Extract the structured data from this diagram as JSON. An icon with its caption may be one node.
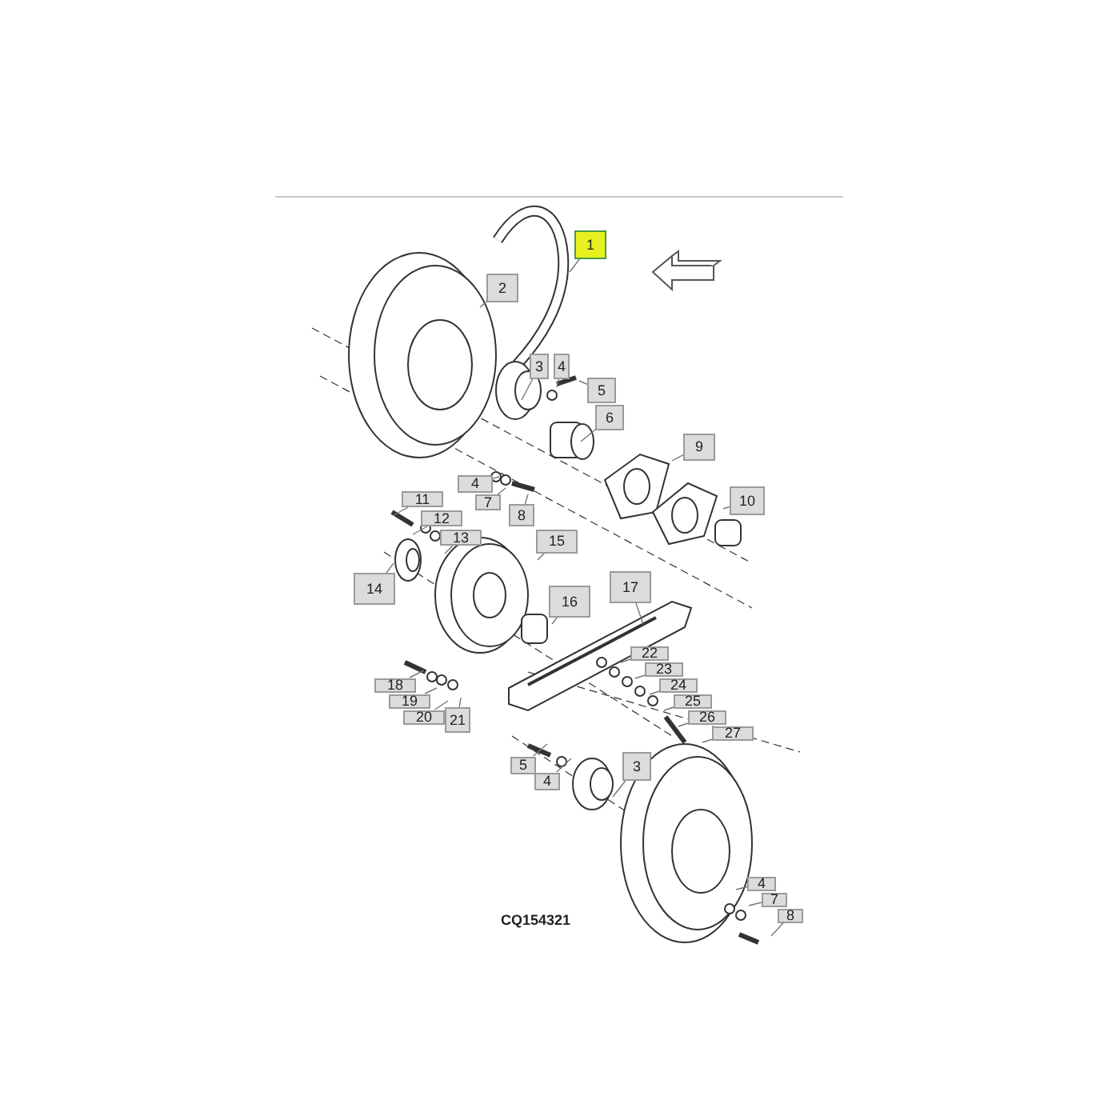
{
  "diagram": {
    "nodes": [
      {
        "text": [
          "1"
        ]
      },
      {
        "text": [
          "2"
        ]
      },
      {
        "text": [
          "3"
        ]
      },
      {
        "text": [
          "4"
        ]
      },
      {
        "text": [
          "5"
        ]
      },
      {
        "text": [
          "6"
        ]
      },
      {
        "text": [
          "9"
        ]
      },
      {
        "text": [
          "4"
        ]
      },
      {
        "text": [
          "7"
        ]
      },
      {
        "text": [
          "8"
        ]
      },
      {
        "text": [
          "10"
        ]
      },
      {
        "text": [
          "11"
        ]
      },
      {
        "text": [
          "12"
        ]
      },
      {
        "text": [
          "13"
        ]
      },
      {
        "text": [
          "15"
        ]
      },
      {
        "text": [
          "14"
        ]
      },
      {
        "text": [
          "16"
        ]
      },
      {
        "text": [
          "17"
        ]
      },
      {
        "text": [
          "22"
        ]
      },
      {
        "text": [
          "23"
        ]
      },
      {
        "text": [
          "24"
        ]
      },
      {
        "text": [
          "25"
        ]
      },
      {
        "text": [
          "26"
        ]
      },
      {
        "text": [
          "27"
        ]
      },
      {
        "text": [
          "18"
        ]
      },
      {
        "text": [
          "19"
        ]
      },
      {
        "text": [
          "20"
        ]
      },
      {
        "text": [
          "21"
        ]
      },
      {
        "text": [
          "5"
        ]
      },
      {
        "text": [
          "3"
        ]
      },
      {
        "text": [
          "4"
        ]
      },
      {
        "text": [
          "4"
        ]
      },
      {
        "text": [
          "7"
        ]
      },
      {
        "text": [
          "8"
        ]
      }
    ],
    "edges": [
      {
        "from": 0,
        "to": null,
        "arrow": "none"
      },
      {
        "from": 1,
        "to": null,
        "arrow": "none"
      },
      {
        "from": 2,
        "to": null,
        "arrow": "none"
      },
      {
        "from": 3,
        "to": null,
        "arrow": "none"
      },
      {
        "from": 4,
        "to": null,
        "arrow": "none"
      },
      {
        "from": 5,
        "to": null,
        "arrow": "none"
      },
      {
        "from": 6,
        "to": null,
        "arrow": "none"
      },
      {
        "from": 7,
        "to": null,
        "arrow": "none"
      },
      {
        "from": 8,
        "to": null,
        "arrow": "none"
      },
      {
        "from": 9,
        "to": null,
        "arrow": "none"
      },
      {
        "from": 10,
        "to": null,
        "arrow": "none"
      },
      {
        "from": 11,
        "to": null,
        "arrow": "none"
      },
      {
        "from": 12,
        "to": null,
        "arrow": "none"
      },
      {
        "from": 13,
        "to": null,
        "arrow": "none"
      },
      {
        "from": 14,
        "to": null,
        "arrow": "none"
      },
      {
        "from": 15,
        "to": null,
        "arrow": "none"
      },
      {
        "from": 16,
        "to": null,
        "arrow": "none"
      },
      {
        "from": 17,
        "to": null,
        "arrow": "none"
      },
      {
        "from": 18,
        "to": null,
        "arrow": "none"
      },
      {
        "from": 19,
        "to": null,
        "arrow": "none"
      },
      {
        "from": 20,
        "to": null,
        "arrow": "none"
      },
      {
        "from": 21,
        "to": null,
        "arrow": "none"
      },
      {
        "from": 22,
        "to": null,
        "arrow": "none"
      },
      {
        "from": 23,
        "to": null,
        "arrow": "none"
      },
      {
        "from": 24,
        "to": null,
        "arrow": "none"
      },
      {
        "from": 25,
        "to": null,
        "arrow": "none"
      },
      {
        "from": 26,
        "to": null,
        "arrow": "none"
      },
      {
        "from": 27,
        "to": null,
        "arrow": "none"
      },
      {
        "from": 28,
        "to": null,
        "arrow": "none"
      },
      {
        "from": 29,
        "to": null,
        "arrow": "none"
      },
      {
        "from": 30,
        "to": null,
        "arrow": "none"
      },
      {
        "from": 31,
        "to": null,
        "arrow": "none"
      },
      {
        "from": 32,
        "to": null,
        "arrow": "none"
      },
      {
        "from": 33,
        "to": null,
        "arrow": "none"
      }
    ],
    "labels": [
      "CQ154321"
    ]
  }
}
